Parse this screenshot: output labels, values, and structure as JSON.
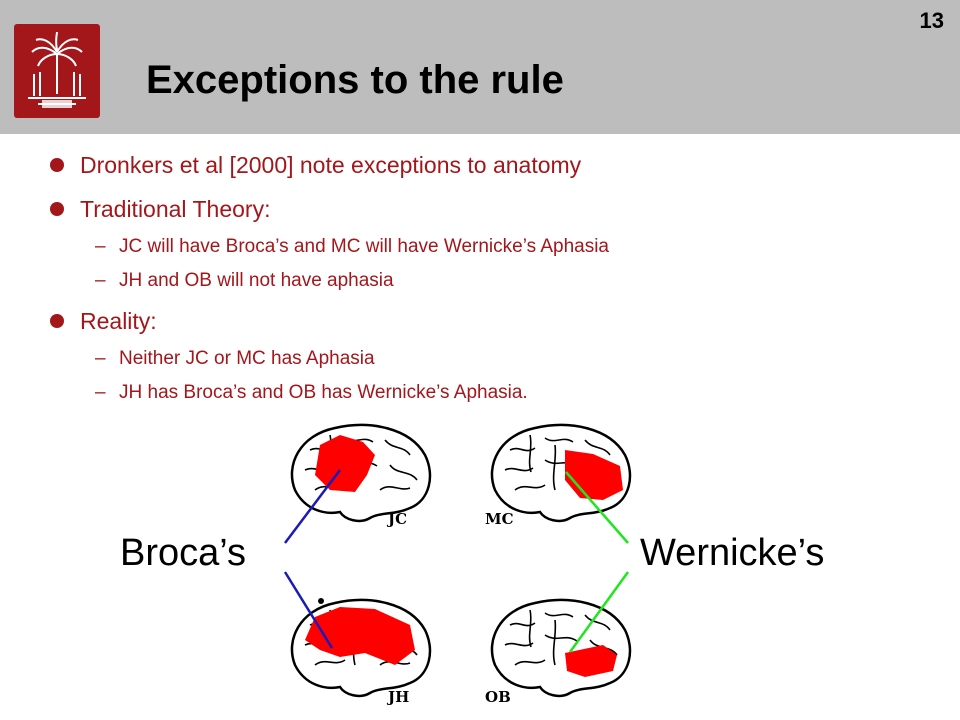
{
  "slide": {
    "number": "13",
    "title": "Exceptions to the rule"
  },
  "colors": {
    "header_bg": "#bdbdbd",
    "accent": "#a3171b",
    "lesion": "#ff0000",
    "broca_line": "#1a1ab8",
    "wernicke_line": "#1fe61f"
  },
  "bullets": [
    {
      "text": "Dronkers et al [2000] note exceptions to anatomy",
      "sub": []
    },
    {
      "text": "Traditional Theory:",
      "sub": [
        "JC will have Broca’s and MC will have Wernicke’s Aphasia",
        "JH and OB will not have aphasia"
      ]
    },
    {
      "text": "Reality:",
      "sub": [
        "Neither JC or MC has Aphasia",
        "JH has Broca’s and OB has Wernicke’s Aphasia."
      ]
    }
  ],
  "sub_dash": "–",
  "figure": {
    "brains": [
      {
        "label": "JC"
      },
      {
        "label": "MC"
      },
      {
        "label": "JH"
      },
      {
        "label": "OB"
      }
    ],
    "left_label": "Broca’s",
    "right_label": "Wernicke’s"
  }
}
